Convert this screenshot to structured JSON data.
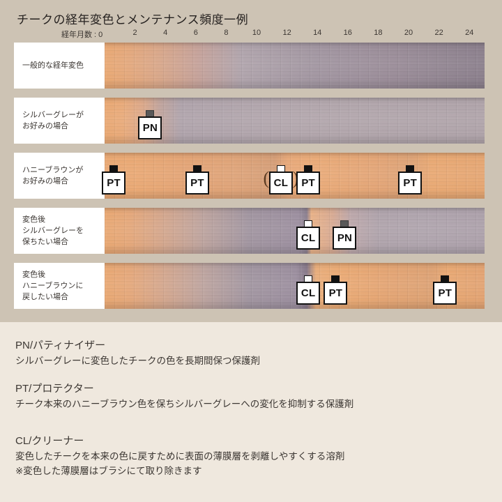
{
  "header": {
    "title": "チークの経年変色とメンテナンス頻度一例"
  },
  "axis": {
    "caption": "経年月数 : 0",
    "unit_label": "経年月数",
    "ticks": [
      "2",
      "4",
      "6",
      "8",
      "10",
      "12",
      "14",
      "16",
      "18",
      "20",
      "22",
      "24"
    ]
  },
  "colors": {
    "panel_bg": "#cdc3b4",
    "legend_bg": "#efe8de",
    "label_bg": "#ffffff",
    "text": "#3a3531",
    "honey_brown": "#e8a772",
    "silver_gray": "#b4a8ae",
    "cap_black": "#111111",
    "cap_white": "#ffffff",
    "cap_gray": "#595959"
  },
  "rows": [
    {
      "id": "natural-aging",
      "label_lines": [
        "一般的な経年変色"
      ],
      "markers": []
    },
    {
      "id": "prefer-silver-gray",
      "label_lines": [
        "シルバーグレーが",
        "お好みの場合"
      ],
      "markers": [
        {
          "product": "PN",
          "cap": "gray",
          "month": 3,
          "paren": false
        }
      ]
    },
    {
      "id": "prefer-honey-brown",
      "label_lines": [
        "ハニーブラウンが",
        "お好みの場合"
      ],
      "markers": [
        {
          "product": "PT",
          "cap": "black",
          "month": 0.6,
          "paren": false
        },
        {
          "product": "PT",
          "cap": "black",
          "month": 6.1,
          "paren": false
        },
        {
          "product": "CL",
          "cap": "white",
          "month": 11.6,
          "paren": true
        },
        {
          "product": "PT",
          "cap": "black",
          "month": 13.4,
          "paren": false
        },
        {
          "product": "PT",
          "cap": "black",
          "month": 20.1,
          "paren": false
        }
      ]
    },
    {
      "id": "keep-silver-gray-after",
      "label_lines": [
        "変色後",
        "シルバーグレーを",
        "保ちたい場合"
      ],
      "markers": [
        {
          "product": "CL",
          "cap": "white",
          "month": 13.4,
          "paren": false
        },
        {
          "product": "PN",
          "cap": "gray",
          "month": 15.8,
          "paren": false
        }
      ]
    },
    {
      "id": "back-to-honey-brown",
      "label_lines": [
        "変色後",
        "ハニーブラウンに",
        "戻したい場合"
      ],
      "markers": [
        {
          "product": "CL",
          "cap": "white",
          "month": 13.4,
          "paren": false
        },
        {
          "product": "PT",
          "cap": "black",
          "month": 15.2,
          "paren": false
        },
        {
          "product": "PT",
          "cap": "black",
          "month": 22.4,
          "paren": false
        }
      ]
    }
  ],
  "legend": [
    {
      "code": "PN",
      "head": "PN/パティナイザー",
      "desc": [
        "シルバーグレーに変色したチークの色を長期間保つ保護剤"
      ]
    },
    {
      "code": "PT",
      "head": "PT/プロテクター",
      "desc": [
        "チーク本来のハニーブラウン色を保ちシルバーグレーへの変化を抑制する保護剤"
      ]
    },
    {
      "code": "CL",
      "head": "CL/クリーナー",
      "desc": [
        "変色したチークを本来の色に戻すために表面の薄膜層を剥離しやすくする溶剤",
        "※変色した薄膜層はブラシにて取り除きます"
      ]
    }
  ],
  "chart_data": {
    "type": "table",
    "title": "チークの経年変色とメンテナンス頻度一例",
    "xlabel": "経年月数",
    "xlim": [
      0,
      25
    ],
    "x_ticks": [
      0,
      2,
      4,
      6,
      8,
      10,
      12,
      14,
      16,
      18,
      20,
      22,
      24
    ],
    "grid": false,
    "legend_position": "below",
    "series": [
      {
        "name": "一般的な経年変色",
        "treatments": []
      },
      {
        "name": "シルバーグレーがお好みの場合",
        "treatments": [
          {
            "product": "PN",
            "month": 3
          }
        ]
      },
      {
        "name": "ハニーブラウンがお好みの場合",
        "treatments": [
          {
            "product": "PT",
            "month": 0.6
          },
          {
            "product": "PT",
            "month": 6.1
          },
          {
            "product": "CL",
            "month": 11.6
          },
          {
            "product": "PT",
            "month": 13.4
          },
          {
            "product": "PT",
            "month": 20.1
          }
        ]
      },
      {
        "name": "変色後シルバーグレーを保ちたい場合",
        "treatments": [
          {
            "product": "CL",
            "month": 13.4
          },
          {
            "product": "PN",
            "month": 15.8
          }
        ]
      },
      {
        "name": "変色後ハニーブラウンに戻したい場合",
        "treatments": [
          {
            "product": "CL",
            "month": 13.4
          },
          {
            "product": "PT",
            "month": 15.2
          },
          {
            "product": "PT",
            "month": 22.4
          }
        ]
      }
    ]
  }
}
